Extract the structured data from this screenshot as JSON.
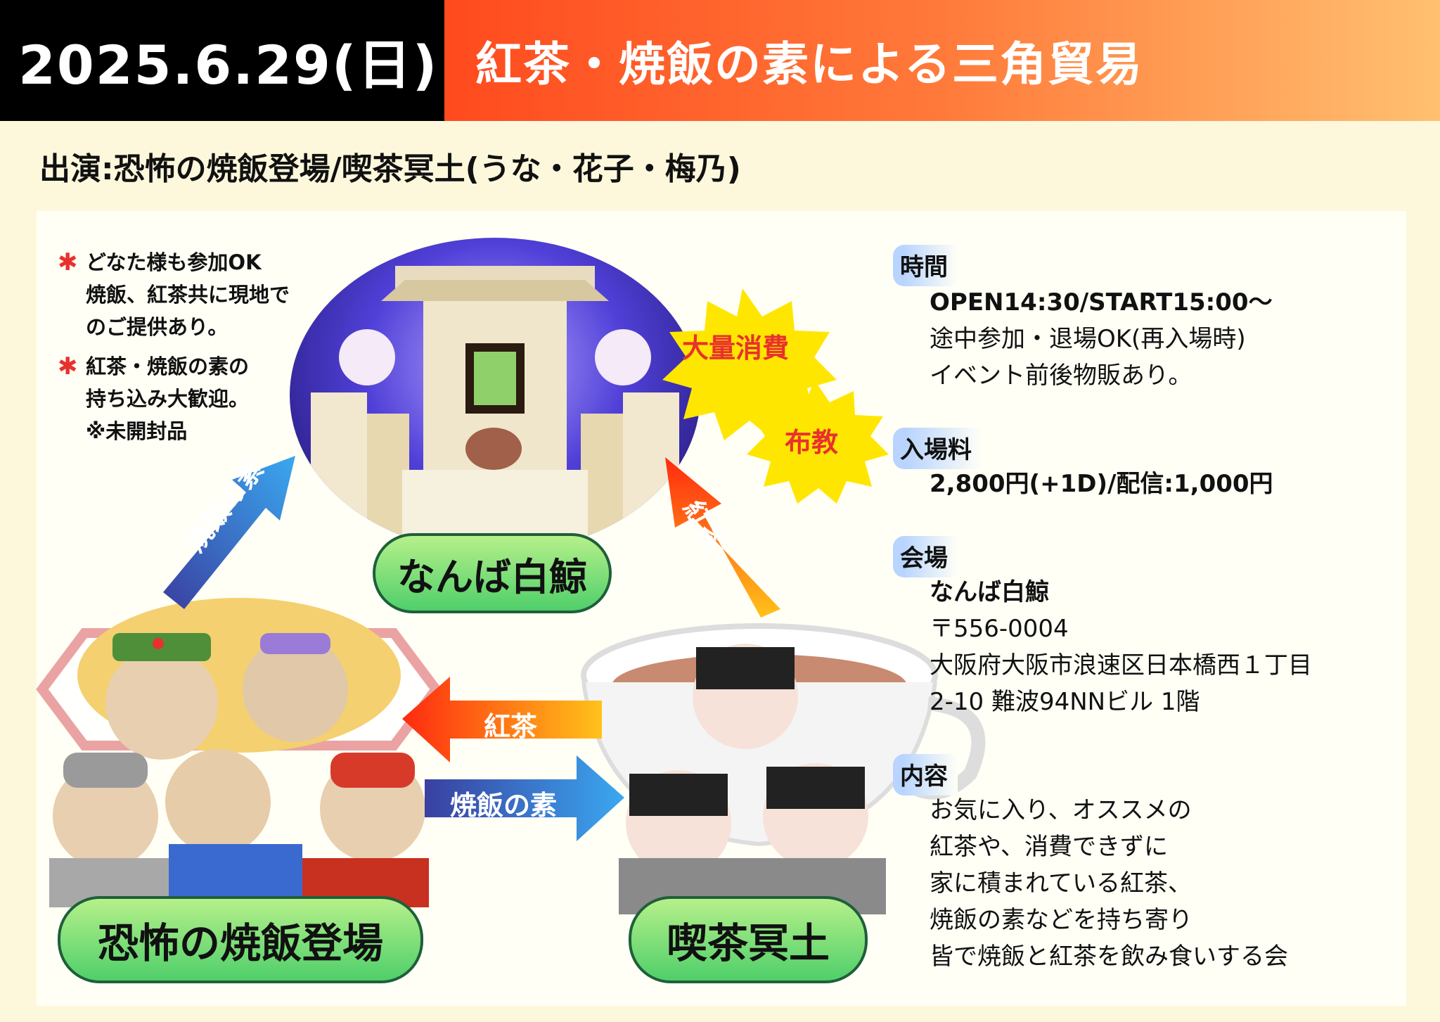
{
  "header": {
    "date": "2025.6.29(日)",
    "title": "紅茶・焼飯の素による三角貿易"
  },
  "performers": "出演:恐怖の焼飯登場/喫茶冥土(うな・花子・梅乃)",
  "notes": [
    {
      "lines": [
        "どなた様も参加OK",
        "焼飯、紅茶共に現地で",
        "のご提供あり。"
      ]
    },
    {
      "lines": [
        "紅茶・焼飯の素の",
        "持ち込み大歓迎。",
        "※未開封品"
      ]
    }
  ],
  "diagram": {
    "venue_label": "なんば白鯨",
    "group_left_label": "恐怖の焼飯登場",
    "group_right_label": "喫茶冥土",
    "arrow_left_up": "焼飯の素",
    "arrow_right_up": "紅茶",
    "arrow_to_left": "紅茶",
    "arrow_to_right": "焼飯の素",
    "burst_1": "大量消費",
    "burst_2": "布教"
  },
  "info": {
    "time_head": "時間",
    "time_lines": [
      "OPEN14:30/START15:00〜",
      "途中参加・退場OK(再入場時)",
      "イベント前後物販あり。"
    ],
    "fee_head": "入場料",
    "fee_line": "2,800円(+1D)/配信:1,000円",
    "venue_head": "会場",
    "venue_lines": [
      "なんば白鯨",
      "〒556-0004",
      "大阪府大阪市浪速区日本橋西１丁目",
      "2-10 難波94NNビル 1階"
    ],
    "content_head": "内容",
    "content_lines": [
      "お気に入り、オススメの",
      "紅茶や、消費できずに",
      "家に積まれている紅茶、",
      "焼飯の素などを持ち寄り",
      "皆で焼飯と紅茶を飲み食いする会"
    ]
  },
  "colors": {
    "accent": "#ff4a1e",
    "pill": "#4fcf6a",
    "burst": "#ffe600"
  }
}
